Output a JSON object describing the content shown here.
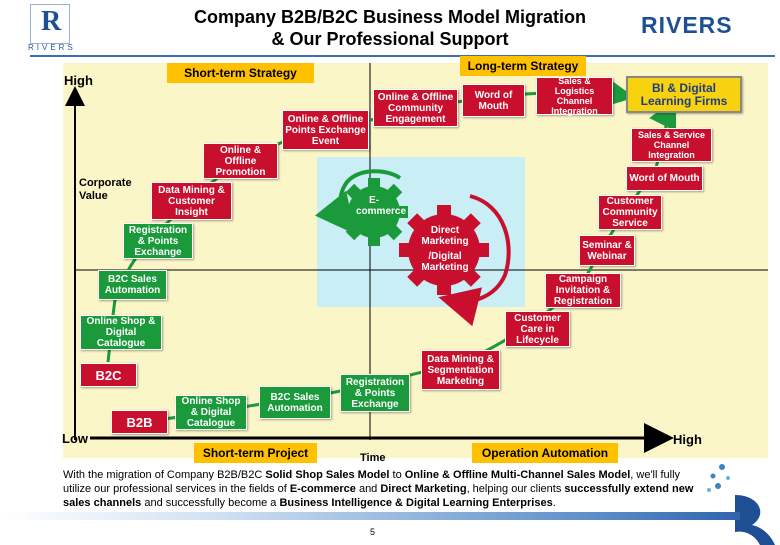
{
  "header": {
    "logo_letter": "R",
    "logo_text": "RIVERS",
    "title_line1": "Company B2B/B2C Business Model Migration",
    "title_line2": "& Our Professional Support",
    "brand": "RIVERS"
  },
  "axes": {
    "high_left": "High",
    "low": "Low",
    "high_right": "High",
    "y_label_line1": "Corporate",
    "y_label_line2": "Value",
    "x_label": "Time"
  },
  "strategy": {
    "short_term_strategy": "Short-term Strategy",
    "long_term_strategy": "Long-term Strategy",
    "short_term_project": "Short-term Project",
    "operation_automation": "Operation Automation"
  },
  "b2c_path": {
    "start": "B2C",
    "steps": [
      "Online Shop & Digital Catalogue",
      "B2C Sales Automation",
      "Registration & Points Exchange",
      "Data Mining & Customer Insight",
      "Online & Offline Promotion",
      "Online & Offline Points Exchange Event",
      "Online & Offline Community Engagement",
      "Word of Mouth",
      "Sales & Logistics Channel Integration"
    ],
    "goal": "BI & Digital Learning Firms"
  },
  "b2b_path": {
    "start": "B2B",
    "steps": [
      "Online Shop & Digital Catalogue",
      "B2C Sales Automation",
      "Registration & Points Exchange",
      "Data Mining & Segmentation Marketing",
      "Customer Care in Lifecycle",
      "Campaign Invitation & Registration",
      "Seminar & Webinar",
      "Customer Community Service",
      "Word of Mouth",
      "Sales & Service Channel Integration"
    ]
  },
  "center": {
    "gear_green": "E-commerce",
    "gear_red_line1": "Direct Marketing",
    "gear_red_line2": "/Digital Marketing"
  },
  "caption": {
    "t1": "With the migration of Company B2B/B2C ",
    "b1": "Solid Shop Sales Model",
    "t2": " to ",
    "b2": "Online & Offline Multi-Channel Sales Model",
    "t3": ", we'll fully utilize our professional services in the fields of ",
    "b3": "E-commerce",
    "t4": " and ",
    "b4": "Direct Marketing",
    "t5": ", helping our clients ",
    "b5": "successfully  extend new sales channels",
    "t6": " and successfully become a ",
    "b6": "Business Intelligence & Digital Learning Enterprises",
    "t7": "."
  },
  "page_number": "5",
  "colors": {
    "red_box": "#c8102e",
    "green_box": "#1a9a3a",
    "strategy_label": "#ffc000",
    "goal_box": "#f9d20f",
    "background": "#fbf6c8",
    "center_panel": "#c9eef5",
    "brand_blue": "#1f4f93"
  }
}
